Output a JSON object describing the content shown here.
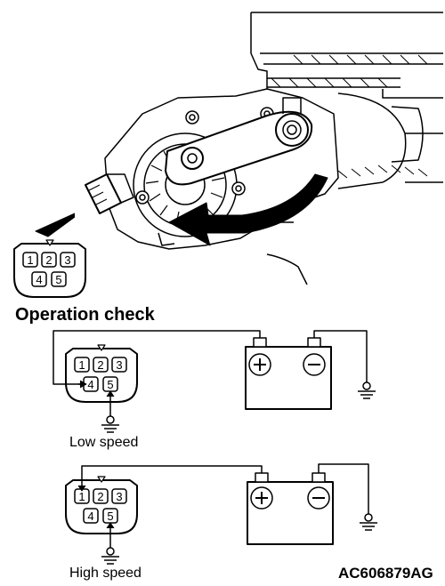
{
  "figure": {
    "heading": "Operation check",
    "figure_code": "AC606879AG",
    "connector_pins": [
      "1",
      "2",
      "3",
      "4",
      "5"
    ],
    "battery_terminals": {
      "positive": "⊕",
      "negative": "⊖"
    },
    "tests": [
      {
        "label": "Low speed"
      },
      {
        "label": "High speed"
      }
    ]
  }
}
